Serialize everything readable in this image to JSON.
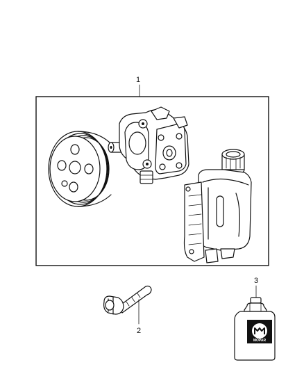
{
  "callouts": [
    {
      "number": "1"
    },
    {
      "number": "2"
    },
    {
      "number": "3"
    }
  ],
  "icons": {
    "pump_assembly": "power-steering-pump-icon",
    "pulley": "pulley-icon",
    "reservoir": "fluid-reservoir-icon",
    "bolt": "bolt-icon",
    "fluid_bottle": "fluid-bottle-icon",
    "brand_logo": "brand-logo-icon"
  },
  "logo_text": "MOPAR"
}
